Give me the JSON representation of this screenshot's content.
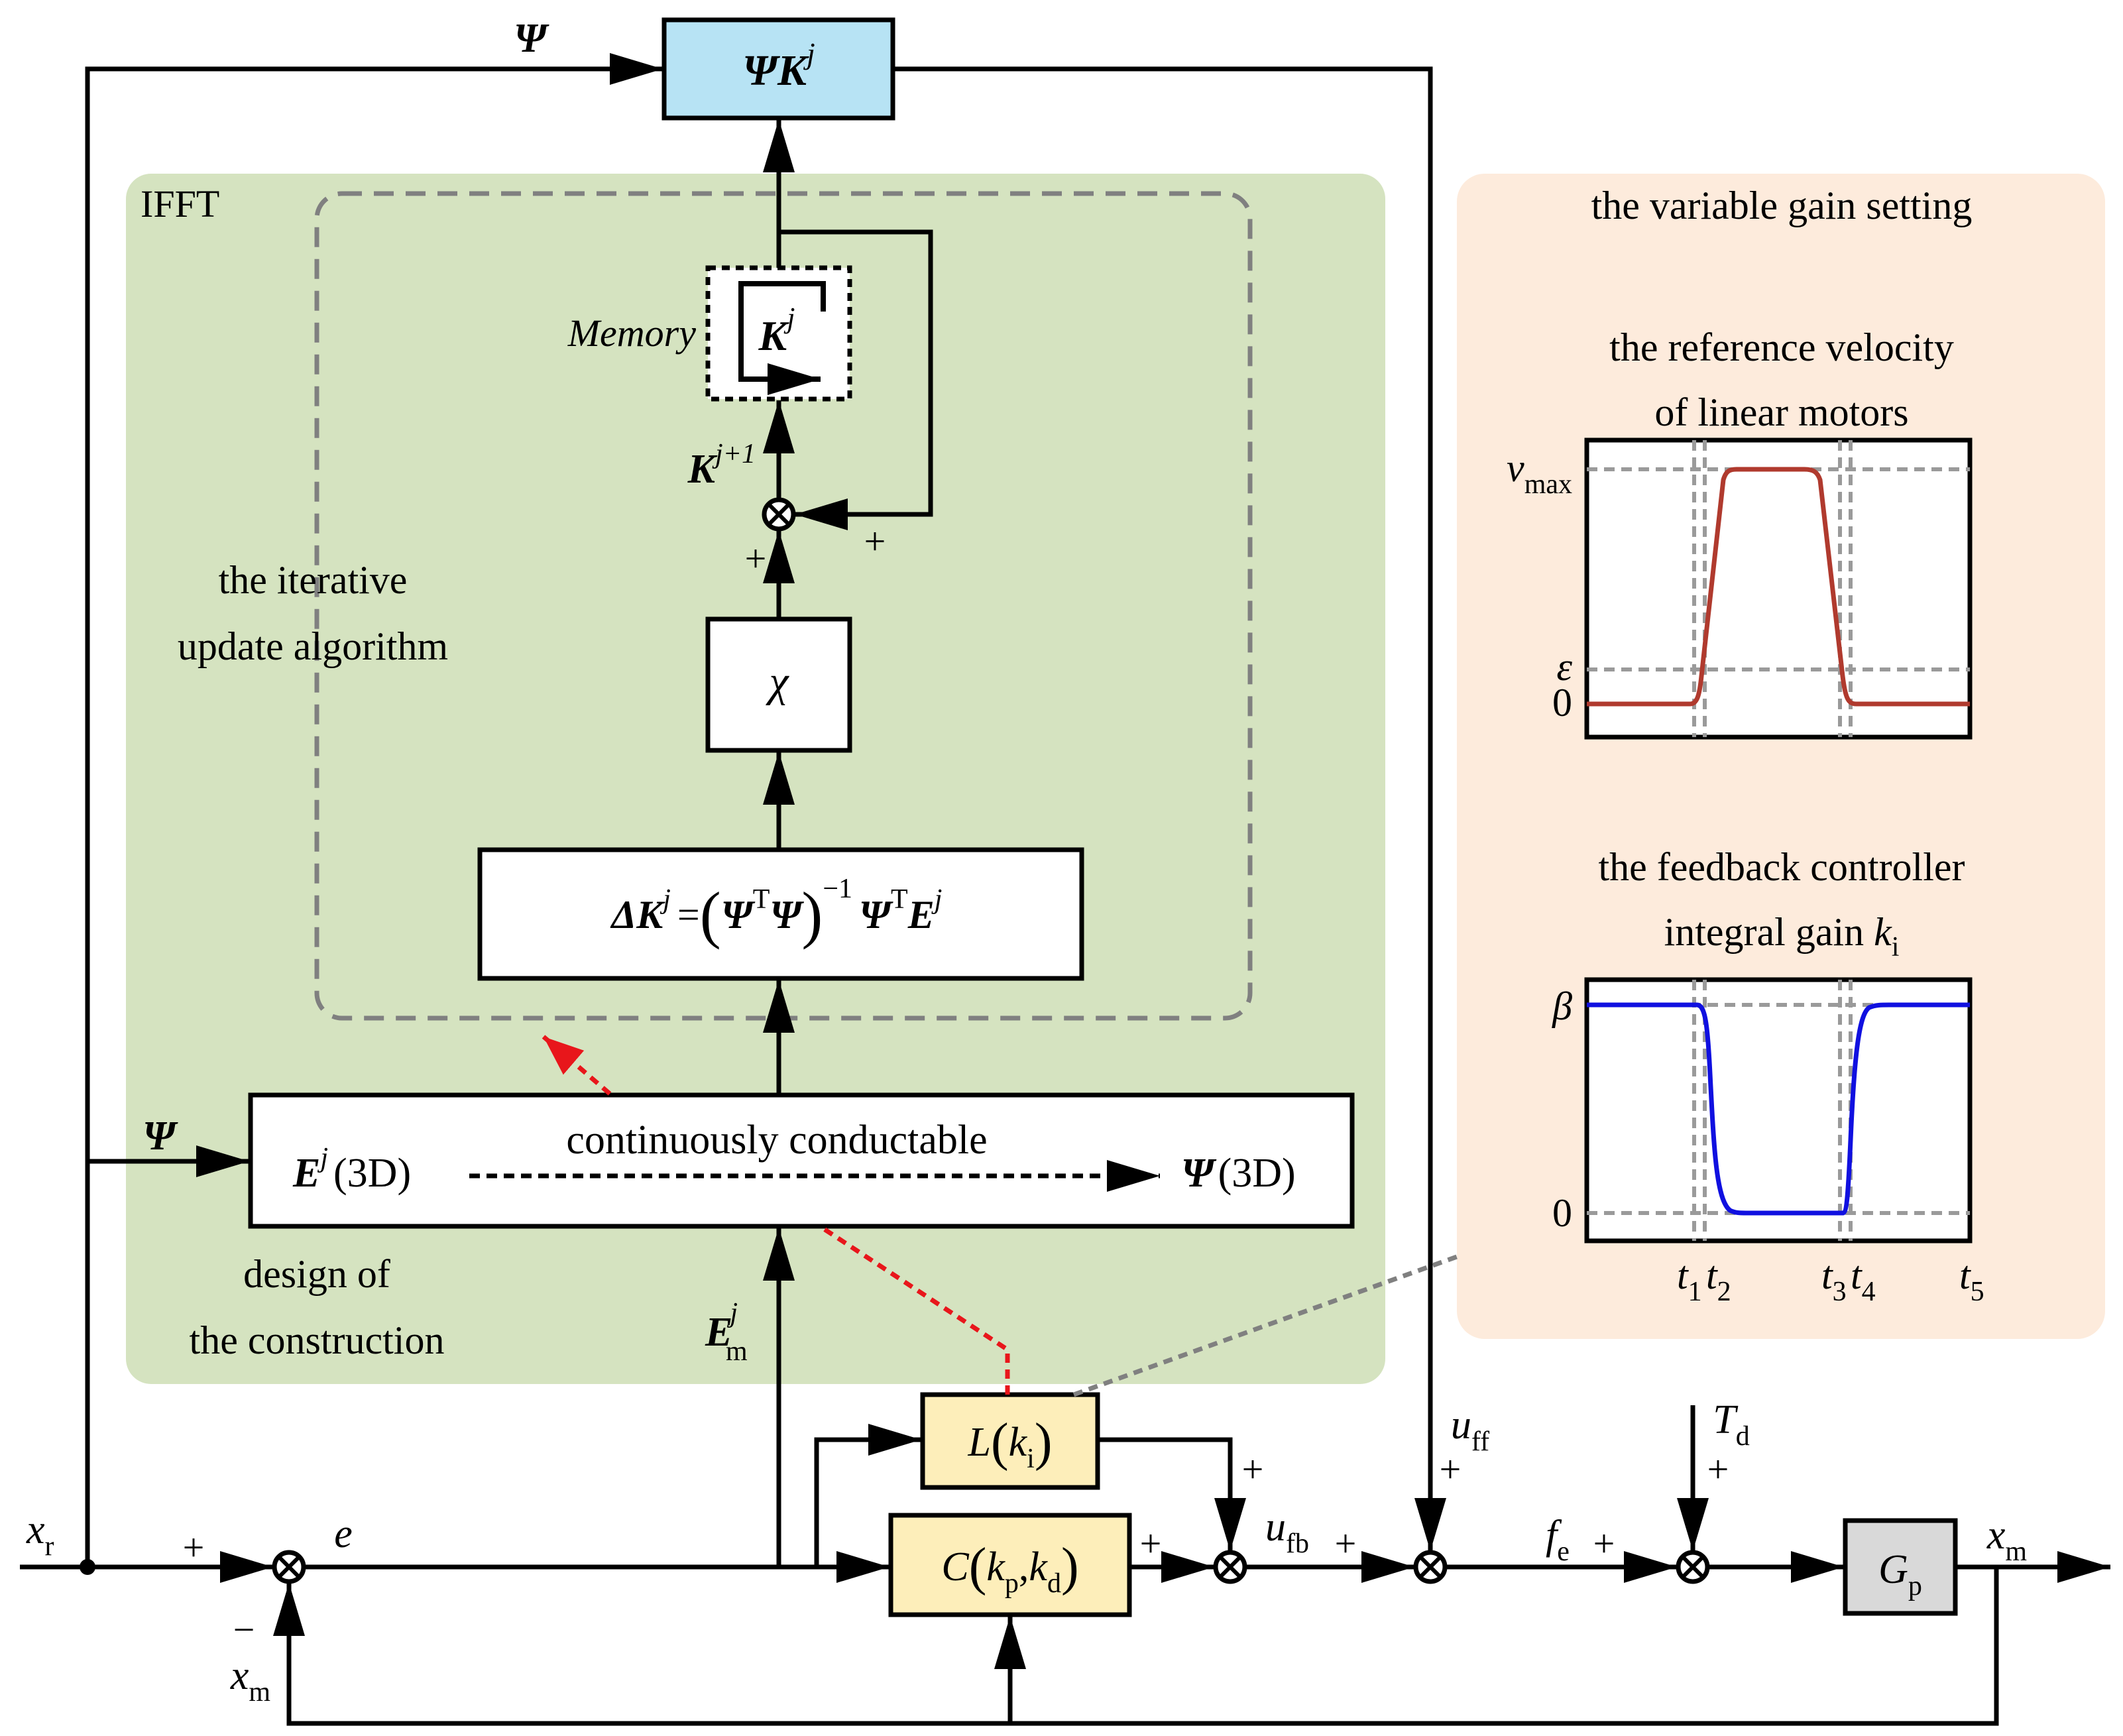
{
  "regions": {
    "ifft_label": "IFFT",
    "iterative_update_line1": "the iterative",
    "iterative_update_line2": "update algorithm",
    "design_line1": "design of",
    "design_line2": "the construction",
    "gain_setting_title": "the variable gain setting"
  },
  "blocks": {
    "psi_k": {
      "main": "ΨK",
      "sup": "j"
    },
    "memory_label": "Memory",
    "memory": {
      "main": "K",
      "sup": "j"
    },
    "chi": "χ",
    "delta_k": {
      "lhs": "ΔK",
      "lhs_sup": "j",
      "eq": "=",
      "lp": "(",
      "psi1": "Ψ",
      "t1": "T",
      "psi2": "Ψ",
      "rp": ")",
      "inv": "−1",
      "psi3": "Ψ",
      "t2": "T",
      "e": "E",
      "e_sup": "j"
    },
    "construction": {
      "e": "E",
      "e_sup": "j",
      "e_arg": "(3D)",
      "middle": "continuously conductable",
      "psi": "Ψ",
      "psi_arg": "(3D)"
    },
    "l_block": {
      "name": "L",
      "lp": "(",
      "var": "k",
      "sub": "i",
      "rp": ")"
    },
    "c_block": {
      "name": "C",
      "lp": "(",
      "v1": "k",
      "s1": "p",
      "comma": ",",
      "v2": "k",
      "s2": "d",
      "rp": ")"
    },
    "gp": {
      "name": "G",
      "sub": "p"
    }
  },
  "signals": {
    "psi_top": "Ψ",
    "psi_left": "Ψ",
    "k_next": {
      "main": "K",
      "sup": "j+1"
    },
    "em": {
      "main": "E",
      "sub": "m",
      "sup": "j"
    },
    "xr": {
      "main": "x",
      "sub": "r"
    },
    "e": "e",
    "xm_feedback": {
      "main": "x",
      "sub": "m"
    },
    "minus": "−",
    "plus": "+",
    "u_fb": {
      "main": "u",
      "sub": "fb"
    },
    "u_ff": {
      "main": "u",
      "sub": "ff"
    },
    "f_e": {
      "main": "f",
      "sub": "e"
    },
    "t_d": {
      "main": "T",
      "sub": "d"
    },
    "xm_out": {
      "main": "x",
      "sub": "m"
    }
  },
  "velocity_plot": {
    "title_line1": "the reference velocity",
    "title_line2": "of linear motors",
    "y_labels": {
      "vmax": "v",
      "vmax_sub": "max",
      "eps": "ε",
      "zero": "0"
    },
    "line_color": "#b03a2e"
  },
  "gain_plot": {
    "title_line1": "the feedback controller",
    "title_line2_prefix": "integral gain ",
    "title_var": "k",
    "title_sub": "i",
    "y_labels": {
      "beta": "β",
      "zero": "0"
    },
    "x_labels": [
      {
        "main": "t",
        "sub": "1"
      },
      {
        "main": "t",
        "sub": "2"
      },
      {
        "main": "t",
        "sub": "3"
      },
      {
        "main": "t",
        "sub": "4"
      },
      {
        "main": "t",
        "sub": "5"
      }
    ],
    "line_color": "#1010e0"
  },
  "colors": {
    "ifft_bg": "#d5e3c0",
    "gain_bg": "#fdebdc",
    "psik_fill": "#b7e3f4",
    "controller_fill": "#fdeeba",
    "gp_fill": "#d9d9d9",
    "red_dashed": "#e8161b",
    "grey_dashed": "#808080"
  }
}
